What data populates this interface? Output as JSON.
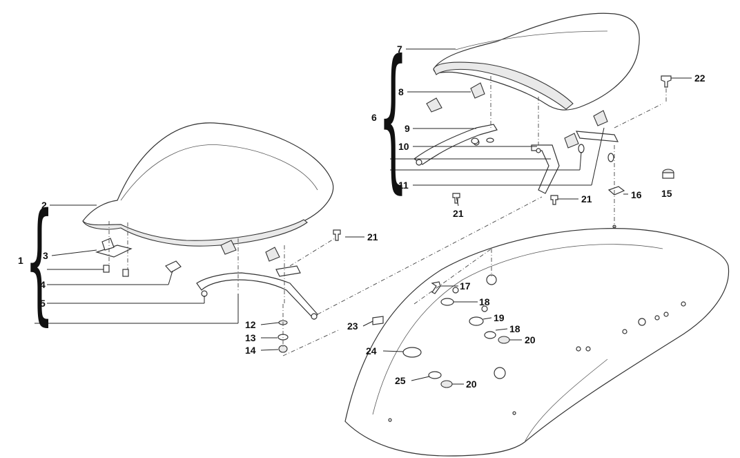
{
  "callouts": {
    "c1": "1",
    "c2": "2",
    "c3": "3",
    "c4": "4",
    "c5": "5",
    "c6": "6",
    "c7": "7",
    "c8": "8",
    "c9": "9",
    "c10": "10",
    "c11": "11",
    "c12": "12",
    "c13": "13",
    "c14": "14",
    "c15": "15",
    "c16": "16",
    "c17": "17",
    "c18a": "18",
    "c18b": "18",
    "c19": "19",
    "c20a": "20",
    "c20b": "20",
    "c21a": "21",
    "c21b": "21",
    "c21c": "21",
    "c22": "22",
    "c23": "23",
    "c24": "24",
    "c25": "25"
  }
}
